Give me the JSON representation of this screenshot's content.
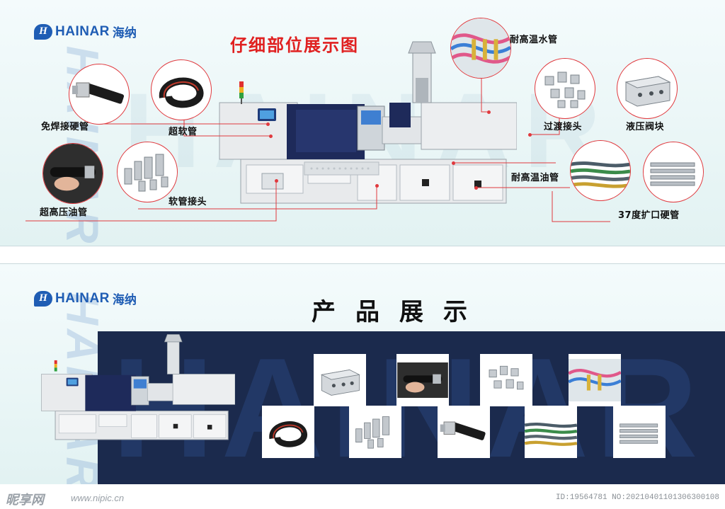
{
  "brand": {
    "logo_mark": "H",
    "name_en": "HAINAR",
    "name_cn": "海纳",
    "watermark": "HAINAR"
  },
  "top": {
    "title": "仔细部位展示图",
    "callouts": [
      {
        "id": "welding-free-hard-pipe",
        "label": "免焊接硬管",
        "icon": "hard-pipe-fitting-photo"
      },
      {
        "id": "super-soft-hose",
        "label": "超软管",
        "icon": "coiled-hose-photo"
      },
      {
        "id": "ultra-high-pressure-oil-pipe",
        "label": "超高压油管",
        "icon": "hand-holding-hose-photo"
      },
      {
        "id": "hose-connector",
        "label": "软管接头",
        "icon": "hose-connectors-photo"
      },
      {
        "id": "heat-resistant-water-pipe",
        "label": "耐高温水管",
        "icon": "colored-water-hoses-photo"
      },
      {
        "id": "transition-joint",
        "label": "过渡接头",
        "icon": "adapter-fittings-photo"
      },
      {
        "id": "hydraulic-valve-block",
        "label": "液压阀块",
        "icon": "valve-block-photo"
      },
      {
        "id": "heat-resistant-oil-pipe",
        "label": "耐高温油管",
        "icon": "braided-hoses-photo"
      },
      {
        "id": "37-degree-flared-pipe",
        "label": "37度扩口硬管",
        "icon": "flared-pipes-photo"
      }
    ]
  },
  "bottom": {
    "title": "产品展示",
    "tiles": [
      {
        "icon": "valve-block-photo"
      },
      {
        "icon": "hand-holding-hose-photo"
      },
      {
        "icon": "adapter-fittings-photo"
      },
      {
        "icon": "colored-water-hoses-photo"
      },
      {
        "icon": "coiled-hose-photo"
      },
      {
        "icon": "hose-connectors-photo"
      },
      {
        "icon": "hard-pipe-fitting-photo"
      },
      {
        "icon": "braided-hoses-photo"
      },
      {
        "icon": "flared-pipes-photo"
      }
    ]
  },
  "footer": {
    "site_logo": "昵享网",
    "site_url": "www.nipic.cn",
    "image_id": "ID:19564781 NO:20210401101306300108"
  },
  "colors": {
    "accent_red": "#e0393e",
    "title_red": "#e02020",
    "brand_blue": "#1f5db4",
    "navy": "#1b2a4d",
    "machine_dark": "#1e2a5a",
    "machine_light": "#e6e8ea"
  }
}
